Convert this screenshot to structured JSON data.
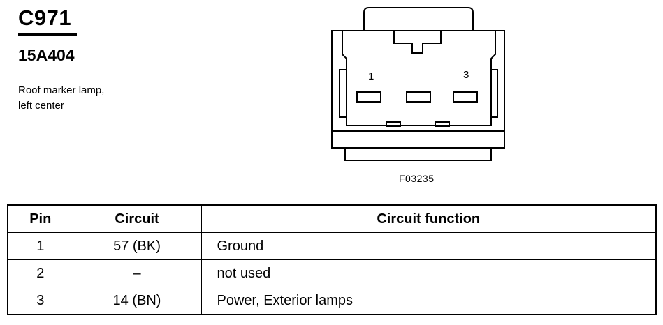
{
  "header": {
    "connector_id": "C971",
    "part_number": "15A404",
    "description_line1": "Roof marker lamp,",
    "description_line2": "left center"
  },
  "diagram": {
    "pin_label_left": "1",
    "pin_label_right": "3",
    "figure_id": "F03235"
  },
  "table": {
    "headers": [
      "Pin",
      "Circuit",
      "Circuit function"
    ],
    "rows": [
      {
        "pin": "1",
        "circuit": "57 (BK)",
        "function": "Ground"
      },
      {
        "pin": "2",
        "circuit": "–",
        "function": "not used"
      },
      {
        "pin": "3",
        "circuit": "14 (BN)",
        "function": "Power, Exterior lamps"
      }
    ]
  }
}
